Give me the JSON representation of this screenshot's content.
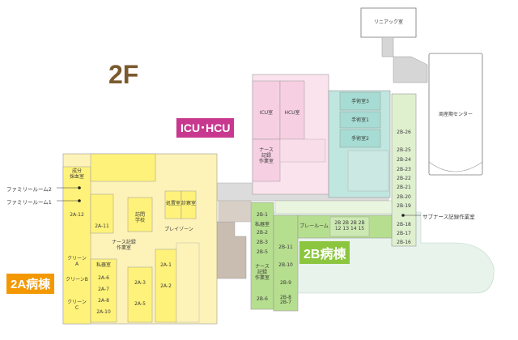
{
  "floor": "2F",
  "wards": {
    "ward_2a": {
      "label": "2A病棟",
      "color": "#f39800"
    },
    "ward_2b": {
      "label": "2B病棟",
      "color": "#8cc63f"
    },
    "icu_hcu": {
      "label": "ICU･HCU",
      "color": "#c7388e"
    }
  },
  "outside_labels": {
    "family_room_2": "ファミリールーム2",
    "family_room_1": "ファミリールーム1",
    "sub_nurse_station": "サブナース記録作業室"
  },
  "rooms": {
    "linac": "リニアック室",
    "perinatal_center": "周産期センター",
    "icu": "ICU室",
    "hcu": "HCU室",
    "icu_nurse": "ナース\n記録\n作業室",
    "or3": "手術室3",
    "or1": "手術室1",
    "or2": "手術室2",
    "r2b26": "2B-26",
    "r2b25": "2B-25",
    "r2b24": "2B-24",
    "r2b23": "2B-23",
    "r2b22": "2B-22",
    "r2b21": "2B-21",
    "r2b20": "2B-20",
    "r2b19": "2B-19",
    "r2b18": "2B-18",
    "r2b17": "2B-17",
    "r2b16": "2B-16",
    "r2b1": "2B-1",
    "r2b2": "2B-2",
    "r2b3": "2B-3",
    "r2b5": "2B-5",
    "r2b6": "2B-6",
    "r2b7": "2B-7",
    "r2b8": "2B-8",
    "r2b9": "2B-9",
    "r2b10": "2B-10",
    "r2b11": "2B-11",
    "playroom_2b": "プレールーム",
    "r2b_shared": "2B 2B 2B 2B\n12 13 14 15",
    "nurse_2b": "ナース\n記録\n作業室",
    "private_bath_2b": "私器室",
    "recovery_rm": "成分\n採血室",
    "r2a12": "2A-12",
    "r2a11": "2A-11",
    "clean_a": "クリーン\nA",
    "clean_b": "クリーンB",
    "clean_c": "クリーン\nC",
    "hospital_school": "訪問\n学校",
    "nurse_2a": "ナース記録\n作業室",
    "playroom_2a": "プレイゾーン",
    "private_bath_2a": "私器室",
    "r2a6": "2A-6",
    "r2a7": "2A-7",
    "r2a8": "2A-8",
    "r2a10": "2A-10",
    "r2a3": "2A-3",
    "r2a5": "2A-5",
    "r2a1": "2A-1",
    "r2a2": "2A-2",
    "treatment": "処置室",
    "consult": "診察室"
  },
  "colors": {
    "yellow_room": "#fff27a",
    "yellow_corridor": "#fdf2b8",
    "pink_room": "#f7cfe2",
    "pink_light": "#fbe3ee",
    "teal_room": "#a6dcd3",
    "green_room": "#b6de8f",
    "green_light": "#dff0cf",
    "gray_room": "#cfcfcf",
    "brown_room": "#c9bcb0",
    "mint_area": "#e8f3ec"
  }
}
